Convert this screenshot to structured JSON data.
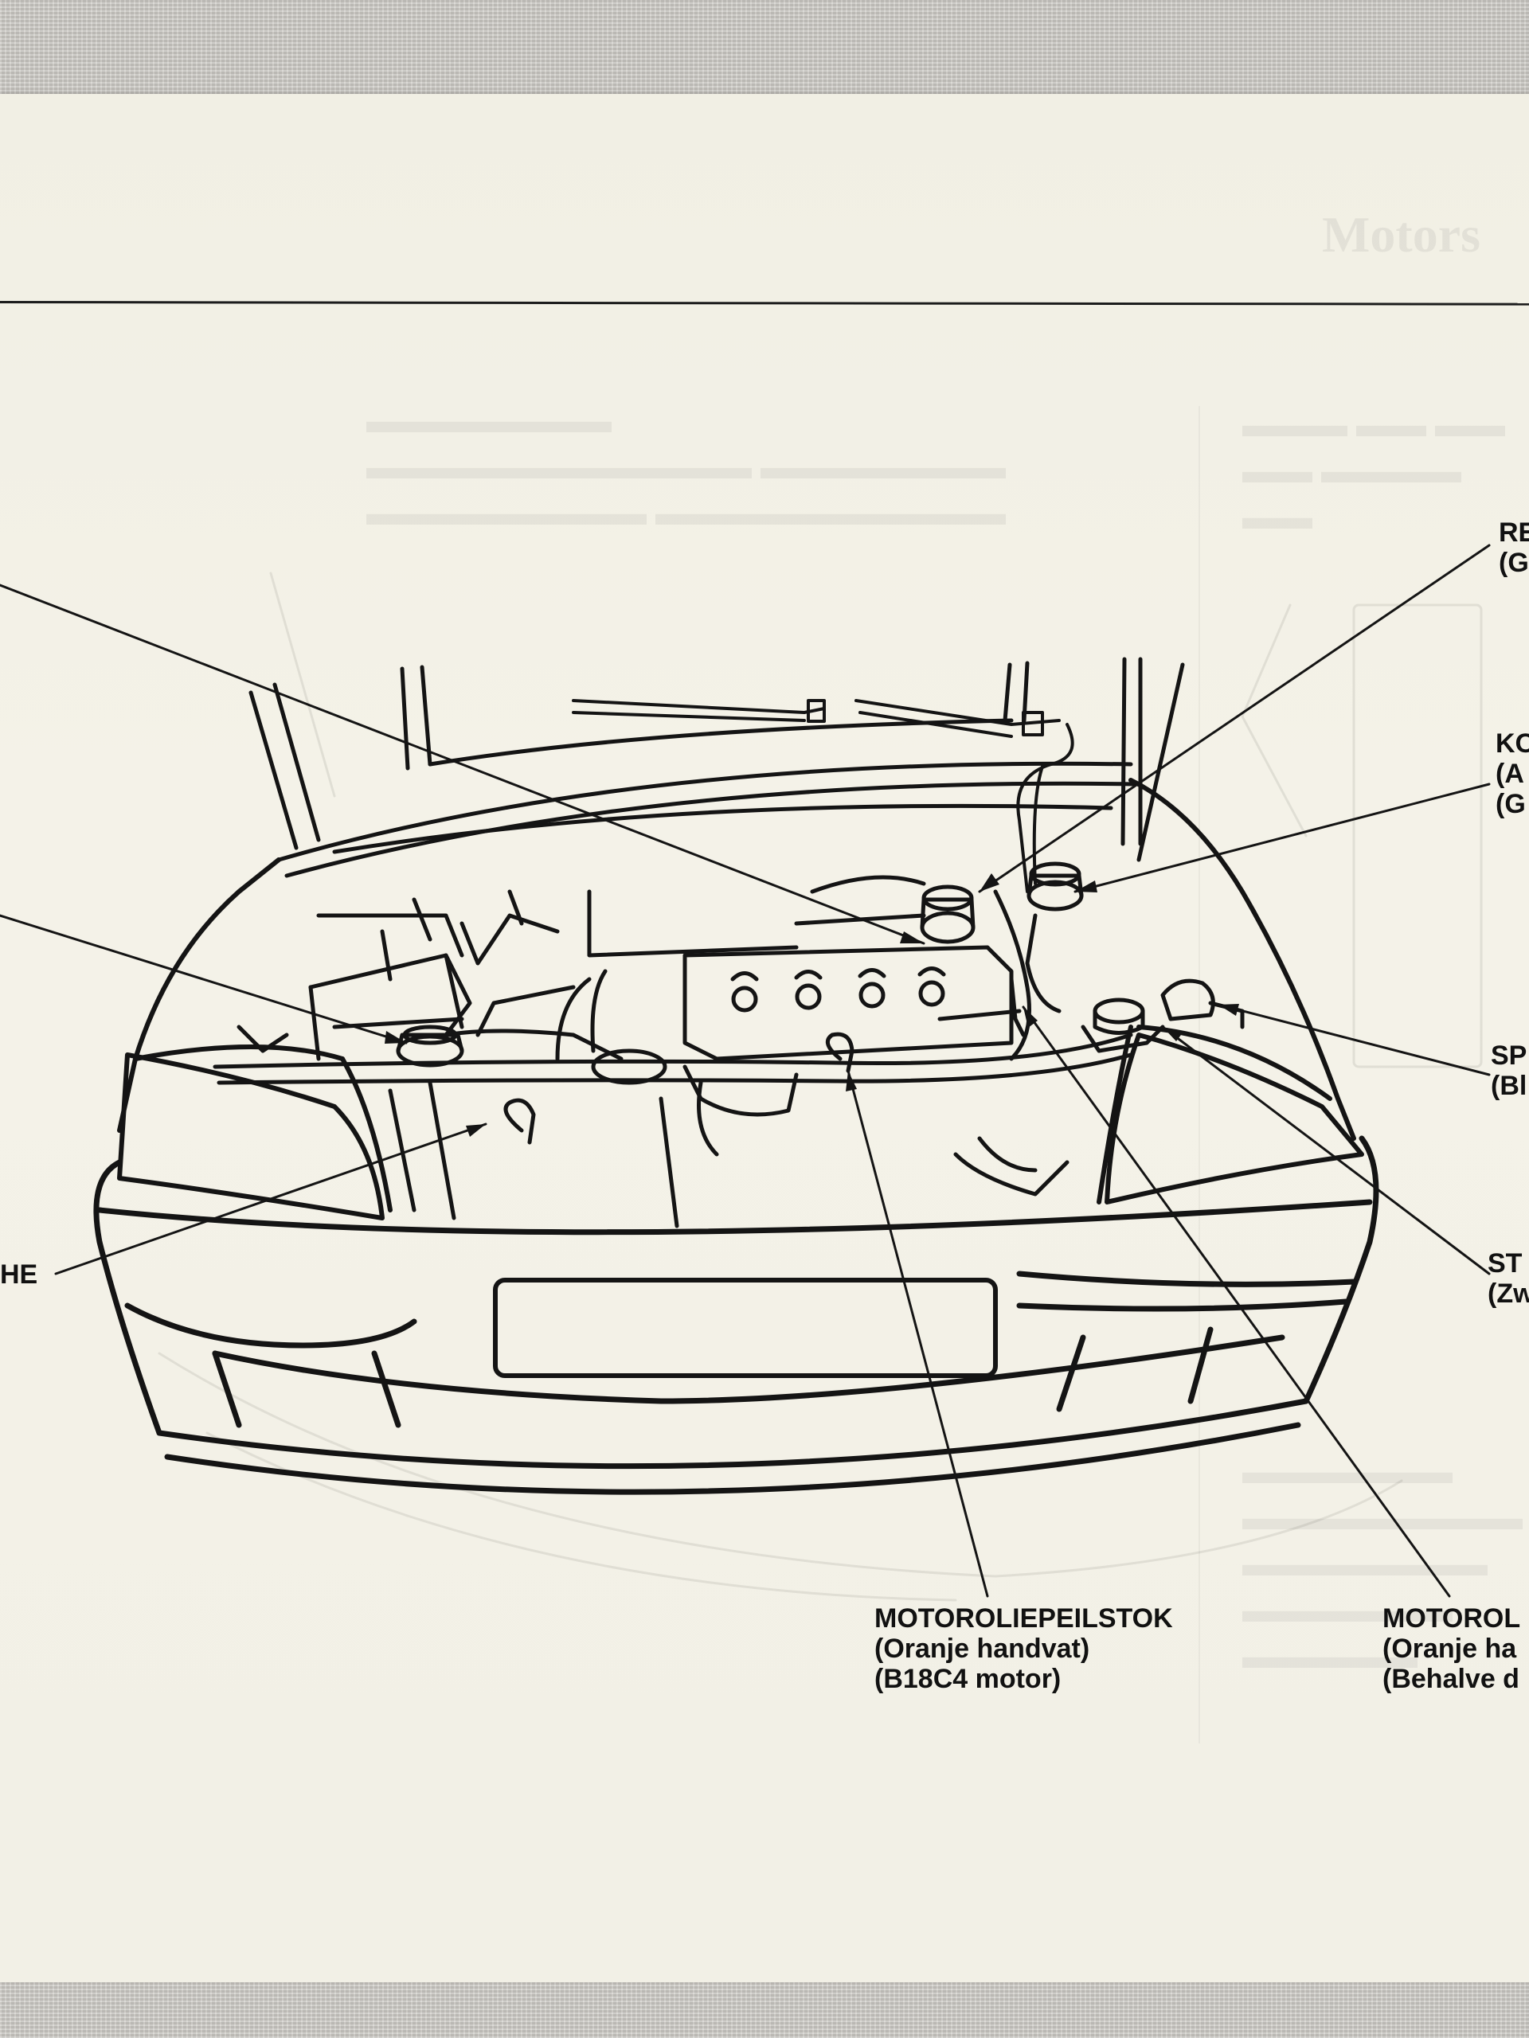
{
  "labels": {
    "reservoir_top_right": {
      "line1": "RE",
      "line2": "(G"
    },
    "coolant_right": {
      "line1": "KO",
      "line2": "(A",
      "line3": "(G"
    },
    "washer_right": {
      "line1": "SP",
      "line2": "(Bl"
    },
    "steering_right": {
      "line1": "ST",
      "line2": "(Zw"
    },
    "left_cut": {
      "line1": "HE"
    },
    "dipstick_b18c4": {
      "line1": "MOTOROLIEPEILSTOK",
      "line2": "(Oranje handvat)",
      "line3": "(B18C4 motor)"
    },
    "dipstick_other": {
      "line1": "MOTOROL",
      "line2": "(Oranje ha",
      "line3": "(Behalve d"
    }
  },
  "colors": {
    "ink": "#111111",
    "paper": "#f2f0e6",
    "fabric": "#cfccc7"
  }
}
